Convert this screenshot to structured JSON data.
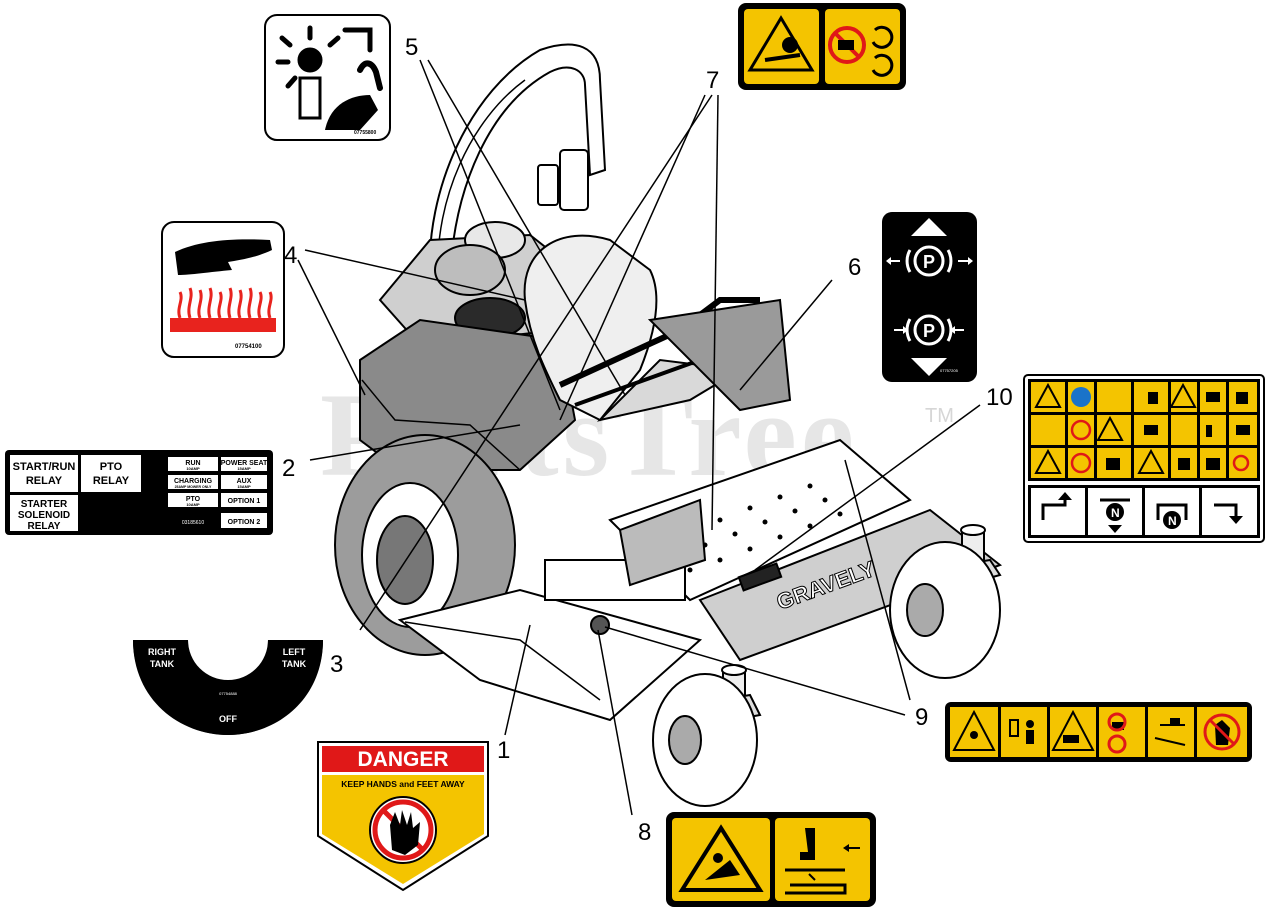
{
  "watermark": "PartsTree",
  "trademark": "TM",
  "callouts": [
    "1",
    "2",
    "3",
    "4",
    "5",
    "6",
    "7",
    "8",
    "9",
    "10"
  ],
  "mower_brand": "GRAVELY",
  "relay_panel": {
    "start_run": [
      "START/RUN",
      "RELAY"
    ],
    "pto": [
      "PTO",
      "RELAY"
    ],
    "starter": [
      "STARTER",
      "SOLENOID",
      "RELAY"
    ],
    "run": "RUN",
    "run_amp": "10AMP",
    "power_seat": "POWER SEAT",
    "power_seat_amp": "15AMP",
    "charging": "CHARGING",
    "charging_amp": "25AMP MOWER ONLY",
    "aux": "AUX",
    "aux_amp": "15AMP",
    "pto_fuse": "PTO",
    "pto_fuse_amp": "10AMP",
    "option1": "OPTION 1",
    "option2": "OPTION 2",
    "part_no": "03185610"
  },
  "fuel_tank": {
    "right": [
      "RIGHT",
      "TANK"
    ],
    "left": [
      "LEFT",
      "TANK"
    ],
    "off": "OFF",
    "part_no": "07754888"
  },
  "danger": {
    "title": "DANGER",
    "text": "KEEP HANDS and FEET AWAY"
  },
  "hot_surface_part_no": "07754100",
  "caution_part_no": "07755800",
  "parking_brake_part_no": "07757205",
  "colors": {
    "safety_yellow": "#f4c400",
    "danger_red": "#e01818",
    "heat_red": "#e8231e",
    "black": "#000000",
    "white": "#ffffff"
  }
}
